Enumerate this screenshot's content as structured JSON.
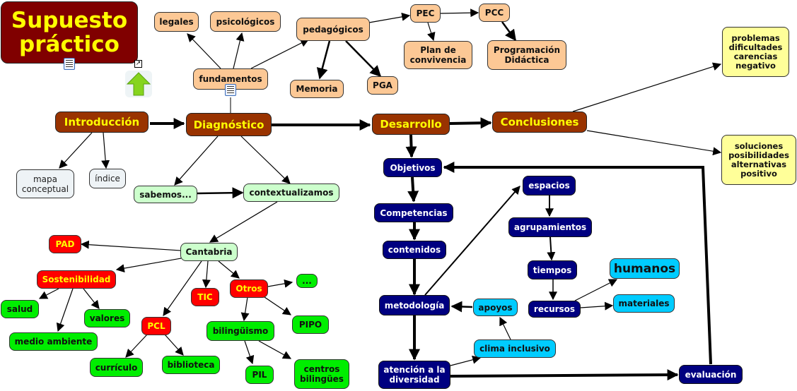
{
  "title": "Supuesto práctico",
  "nodes": {
    "legales": "legales",
    "psicologicos": "psicológicos",
    "pedagogicos": "pedagógicos",
    "pec": "PEC",
    "pcc": "PCC",
    "plan_convivencia": "Plan de convivencia",
    "programacion_didactica": "Programación Didáctica",
    "fundamentos": "fundamentos",
    "memoria": "Memoria",
    "pga": "PGA",
    "problemas": "problemas dificultades carencias negativo",
    "soluciones": "soluciones posibilidades alternativas positivo",
    "introduccion": "Introducción",
    "diagnostico": "Diagnóstico",
    "desarrollo": "Desarrollo",
    "conclusiones": "Conclusiones",
    "mapa_conceptual": "mapa conceptual",
    "indice": "índice",
    "sabemos": "sabemos...",
    "contextualizamos": "contextualizamos",
    "cantabria": "Cantabria",
    "pad": "PAD",
    "sostenibilidad": "Sostenibilidad",
    "salud": "salud",
    "valores": "valores",
    "medio_ambiente": "medio ambiente",
    "pcl": "PCL",
    "curriculo": "currículo",
    "biblioteca": "biblioteca",
    "tic": "TIC",
    "otros": "Otros",
    "puntos": "...",
    "bilinguismo": "bilingüismo",
    "pipo": "PIPO",
    "pil": "PIL",
    "centros_bilingues": "centros bilingües",
    "objetivos": "Objetivos",
    "competencias": "Competencias",
    "contenidos": "contenidos",
    "metodologia": "metodología",
    "atencion_diversidad": "atención a la diversidad",
    "espacios": "espacios",
    "agrupamientos": "agrupamientos",
    "tiempos": "tiempos",
    "recursos": "recursos",
    "humanos": "humanos",
    "materiales": "materiales",
    "apoyos": "apoyos",
    "clima_inclusivo": "clima inclusivo",
    "evaluacion": "evaluación"
  },
  "icons": {
    "title_doc": "document-image-icon",
    "fundamentos_doc": "document-image-icon",
    "shortcut": "shortcut-arrow-icon",
    "navigate_up": "green-up-arrow-icon"
  },
  "colors": {
    "main_concept": "#993300",
    "title_bg": "#800000",
    "title_text": "#ffff00",
    "fundamentos_group": "#fcc895",
    "conclusion_boxes": "#ffff99",
    "intro_children": "#eef3f6",
    "diagnostic_children": "#ccffcc",
    "development_chain": "#000080",
    "resources_group": "#00ccff",
    "cantabria_programs": "#ff0000",
    "cantabria_leaves": "#00ee00"
  }
}
